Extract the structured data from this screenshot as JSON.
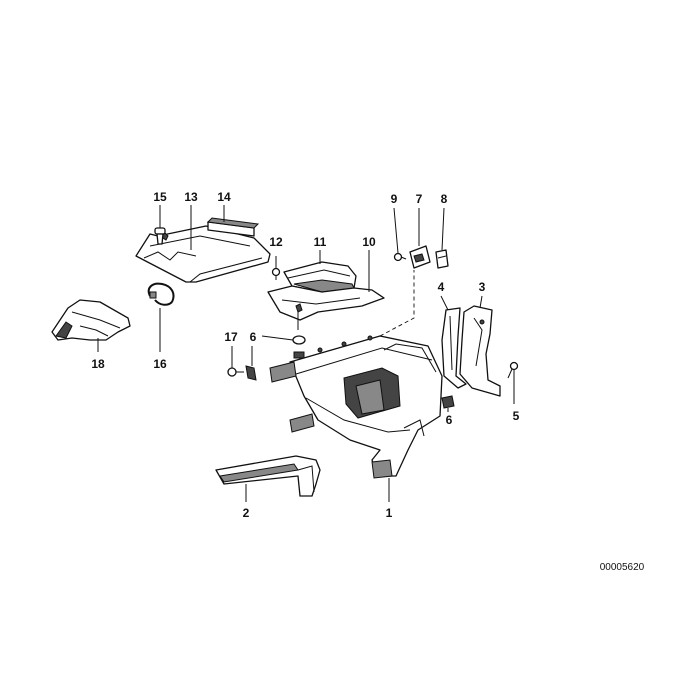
{
  "labels": {
    "l1": "1",
    "l2": "2",
    "l3": "3",
    "l4": "4",
    "l5": "5",
    "l6a": "6",
    "l6b": "6",
    "l7": "7",
    "l8": "8",
    "l9": "9",
    "l10": "10",
    "l11": "11",
    "l12": "12",
    "l13": "13",
    "l14": "14",
    "l15": "15",
    "l16": "16",
    "l17": "17",
    "l18": "18"
  },
  "reference_code": "00005620"
}
